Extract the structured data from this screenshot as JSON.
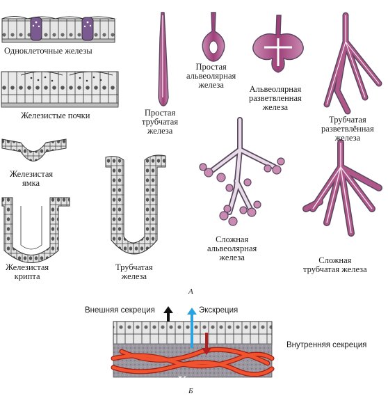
{
  "figure": {
    "part_a_marker": "А",
    "part_b_marker": "Б",
    "labels": {
      "unicellular": "Одноклеточные железы",
      "glandular_buds": "Железистые почки",
      "glandular_pit": [
        "Железистая",
        "ямка"
      ],
      "glandular_crypt": [
        "Железистая",
        "крипта"
      ],
      "tubular_gland": [
        "Трубчатая",
        "железа"
      ],
      "simple_tubular": [
        "Простая",
        "трубчатая",
        "железа"
      ],
      "simple_alveolar": [
        "Простая",
        "альвеолярная",
        "железа"
      ],
      "alveolar_branched": [
        "Альвеолярная",
        "разветвленная",
        "железа"
      ],
      "tubular_branched": [
        "Трубчатая",
        "разветвлённая",
        "железа"
      ],
      "complex_alveolar": [
        "Сложная",
        "альвеолярная",
        "железа"
      ],
      "complex_tubular": [
        "Сложная",
        "трубчатая  железа"
      ]
    },
    "secretion": {
      "external": "Внешняя секреция",
      "excretion": "Экскреция",
      "internal": "Внутренняя секреция",
      "capillary": "Кпс"
    },
    "colors": {
      "gland_fill": "#b0578a",
      "gland_fill_light": "#c98bb1",
      "gland_outline": "#5a4660",
      "cell_fill": "#dcdcdc",
      "cell_outline": "#333333",
      "capillary": "#e8442a",
      "arrow_black": "#111111",
      "arrow_blue": "#2aa3e0",
      "arrow_red": "#b21e1e",
      "tissue": "#8f8b94"
    },
    "icons": [
      "external-secretion-arrow-icon",
      "excretion-arrow-icon",
      "internal-secretion-arrow-icon"
    ]
  }
}
